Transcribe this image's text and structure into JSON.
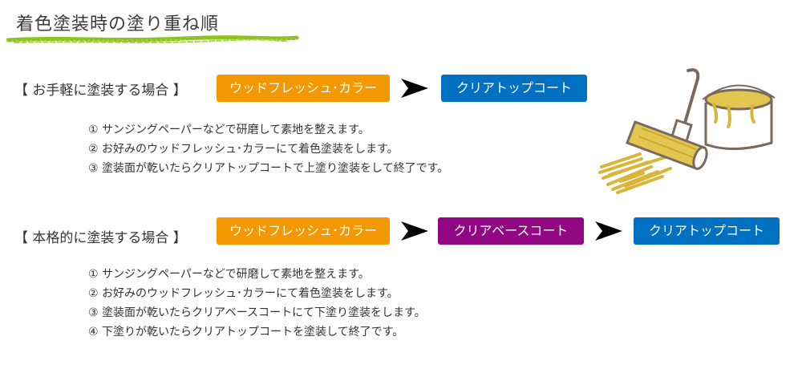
{
  "title": "着色塗装時の塗り重ね順",
  "colors": {
    "orange": "#F39800",
    "blue": "#0070C0",
    "purple": "#920783",
    "green": "#8DC21F",
    "paint": "#D9B63A"
  },
  "sections": [
    {
      "label": "【 お手軽に塗装する場合 】",
      "flow": [
        "ウッドフレッシュ･カラー",
        "クリアトップコート"
      ],
      "steps": [
        "① サンジングペーパーなどで研磨して素地を整えます。",
        "② お好みのウッドフレッシュ･カラーにて着色塗装をします。",
        "③ 塗装面が乾いたらクリアトップコートで上塗り塗装をして終了です。"
      ]
    },
    {
      "label": "【 本格的に塗装する場合 】",
      "flow": [
        "ウッドフレッシュ･カラー",
        "クリアベースコート",
        "クリアトップコート"
      ],
      "steps": [
        "① サンジングペーパーなどで研磨して素地を整えます。",
        "② お好みのウッドフレッシュ･カラーにて着色塗装をします。",
        "③ 塗装面が乾いたらクリアベースコートにて下塗り塗装をします。",
        "④ 下塗りが乾いたらクリアトップコートを塗装して終了です。"
      ]
    }
  ],
  "icons": [
    "arrow-right-icon",
    "paint-roller-icon",
    "paint-can-icon"
  ]
}
